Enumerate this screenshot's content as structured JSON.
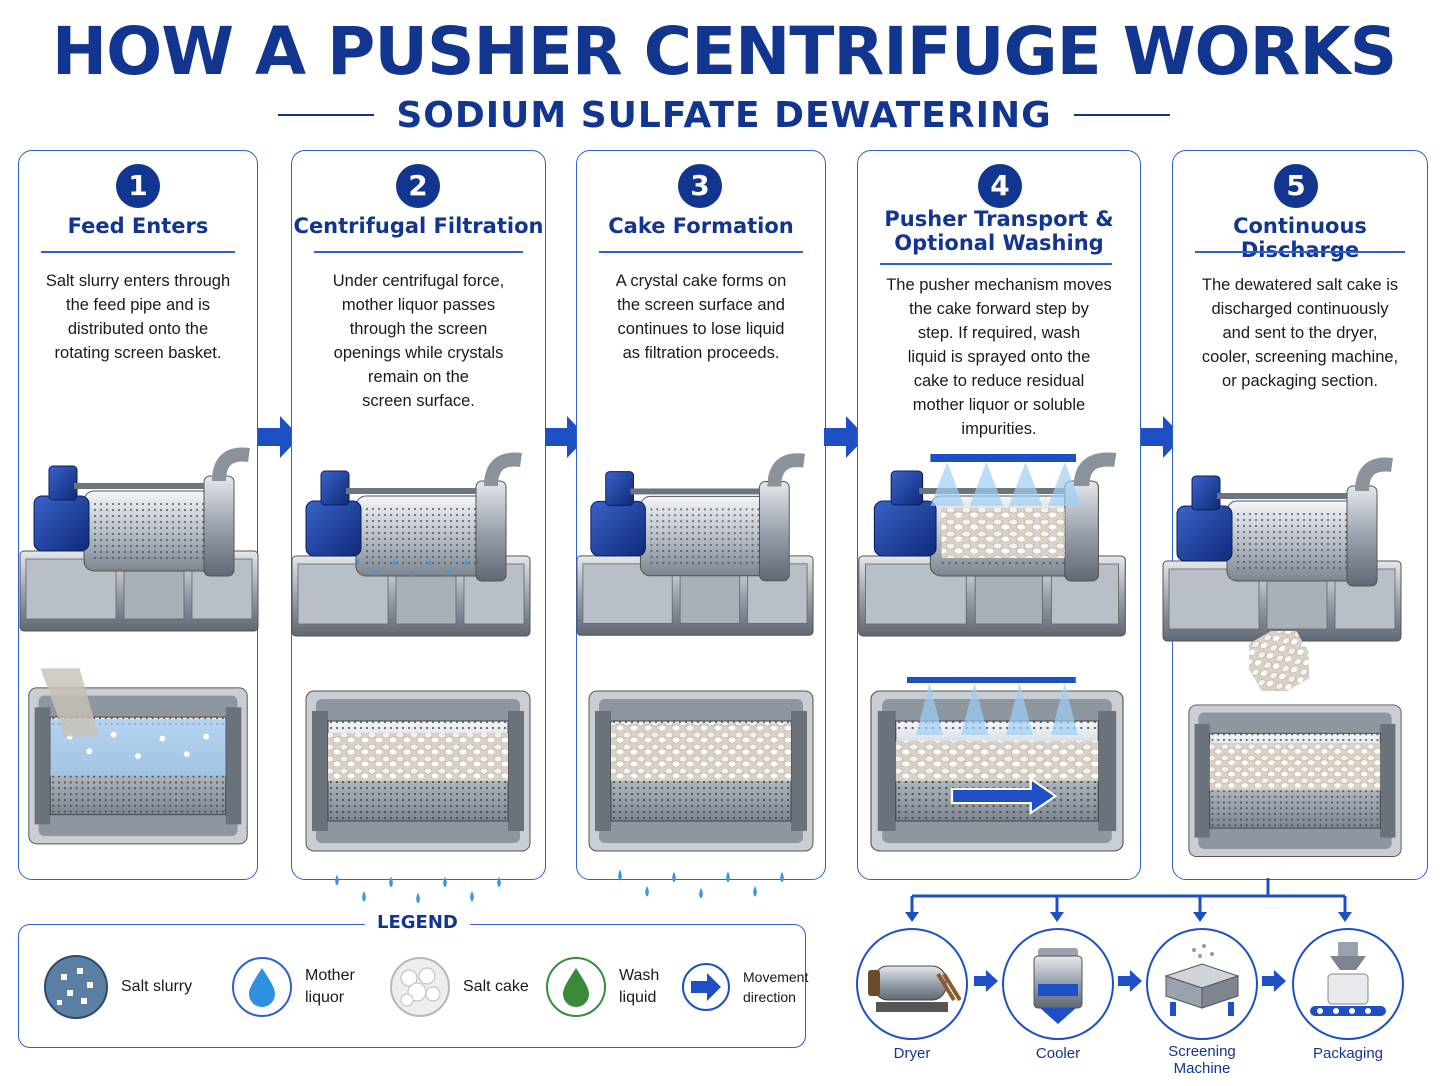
{
  "header": {
    "title": "HOW A PUSHER CENTRIFUGE WORKS",
    "subtitle": "SODIUM SULFATE DEWATERING"
  },
  "steps": [
    {
      "number": "1",
      "title": "Feed Enters",
      "description": "Salt slurry enters through\nthe feed pipe and is\ndistributed onto the\nrotating screen basket."
    },
    {
      "number": "2",
      "title": "Centrifugal Filtration",
      "description": "Under centrifugal force,\nmother liquor passes\nthrough the screen\nopenings while crystals\nremain on the\nscreen surface."
    },
    {
      "number": "3",
      "title": "Cake Formation",
      "description": "A crystal cake forms on\nthe screen surface and\ncontinues to lose liquid\nas filtration proceeds."
    },
    {
      "number": "4",
      "title": "Pusher Transport &\nOptional Washing",
      "description": "The pusher mechanism moves\nthe cake forward step by\nstep. If required, wash\nliquid is sprayed onto the\ncake to reduce residual\nmother liquor or soluble\nimpurities."
    },
    {
      "number": "5",
      "title": "Continuous Discharge",
      "description": "The dewatered salt cake is\ndischarged continuously\nand sent to the dryer,\ncooler, screening machine,\nor packaging section."
    }
  ],
  "legend": {
    "title": "LEGEND",
    "items": [
      {
        "label": "Salt slurry",
        "icon": "salt-slurry-icon"
      },
      {
        "label": "Mother\nliquor",
        "icon": "mother-liquor-icon"
      },
      {
        "label": "Salt cake",
        "icon": "salt-cake-icon"
      },
      {
        "label": "Wash\nliquid",
        "icon": "wash-liquid-icon"
      },
      {
        "label": "Movement\ndirection",
        "icon": "movement-arrow-icon"
      }
    ]
  },
  "destinations": [
    {
      "label": "Dryer",
      "icon": "dryer-icon"
    },
    {
      "label": "Cooler",
      "icon": "cooler-icon"
    },
    {
      "label": "Screening\nMachine",
      "icon": "screening-machine-icon"
    },
    {
      "label": "Packaging",
      "icon": "packaging-icon"
    }
  ],
  "colors": {
    "brand_blue": "#12358f",
    "accent_blue": "#2f5fd0",
    "liquor_blue": "#2f8fe0",
    "wash_green": "#3a8a3a",
    "steel": "#9aa3ad"
  }
}
